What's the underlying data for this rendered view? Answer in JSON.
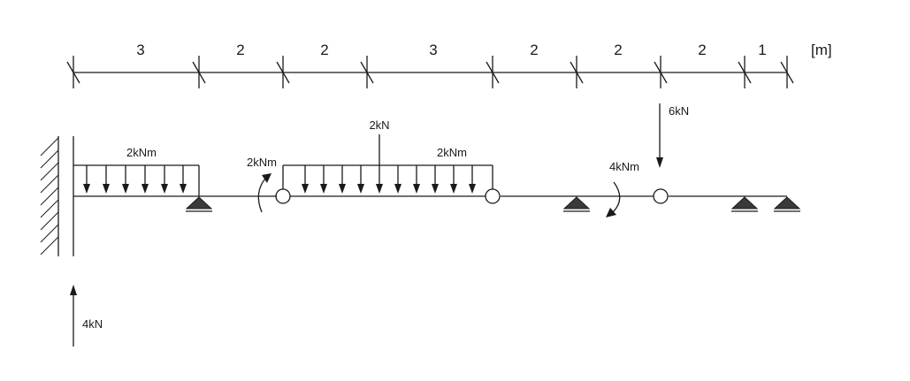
{
  "dimensions": {
    "segments": [
      "3",
      "2",
      "2",
      "3",
      "2",
      "2",
      "2",
      "1"
    ],
    "unit": "[m]"
  },
  "loads": {
    "udl_left": "2kNm",
    "udl_mid": "2kNm",
    "point_mid": "2kN",
    "moment_left": "2kNm",
    "moment_right": "4kNm",
    "point_right": "6kN",
    "reaction_up": "4kN"
  },
  "supports": {
    "fixed_wall": "fixed-support",
    "pins": [
      "pin-support",
      "pin-support",
      "pin-support",
      "pin-support"
    ],
    "hinges": [
      "hinge",
      "hinge",
      "hinge"
    ]
  },
  "colors": {
    "ink": "#1a1a1a",
    "support_fill": "#3a3a3a"
  }
}
